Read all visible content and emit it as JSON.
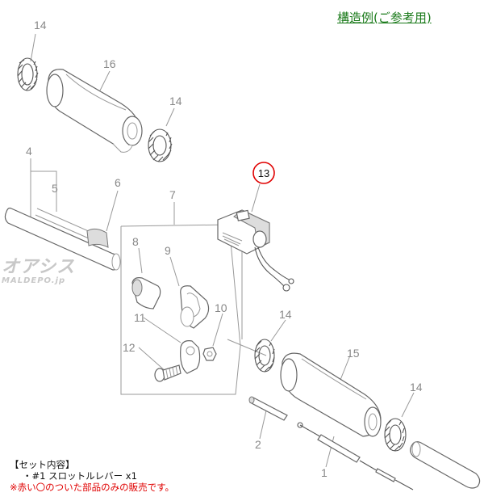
{
  "title": "構造例(ご参考用)",
  "watermark": {
    "main": "オアシス",
    "sub": "MALDEPO.jp"
  },
  "highlighted_part": "13",
  "labels": {
    "p14a": "14",
    "p16": "16",
    "p14b": "14",
    "p4": "4",
    "p5": "5",
    "p6": "6",
    "p7": "7",
    "p8": "8",
    "p9": "9",
    "p10": "10",
    "p11": "11",
    "p12": "12",
    "p13": "13",
    "p14c": "14",
    "p15": "15",
    "p14d": "14",
    "p2": "2",
    "p1": "1"
  },
  "set_info": {
    "heading": "【セット内容】",
    "item": "・#1 スロットルレバー x1",
    "note": "※赤い〇のついた部品のみの販売です。"
  },
  "colors": {
    "title": "#1a7a1a",
    "highlight_circle": "#e00000",
    "note": "#e00000"
  }
}
